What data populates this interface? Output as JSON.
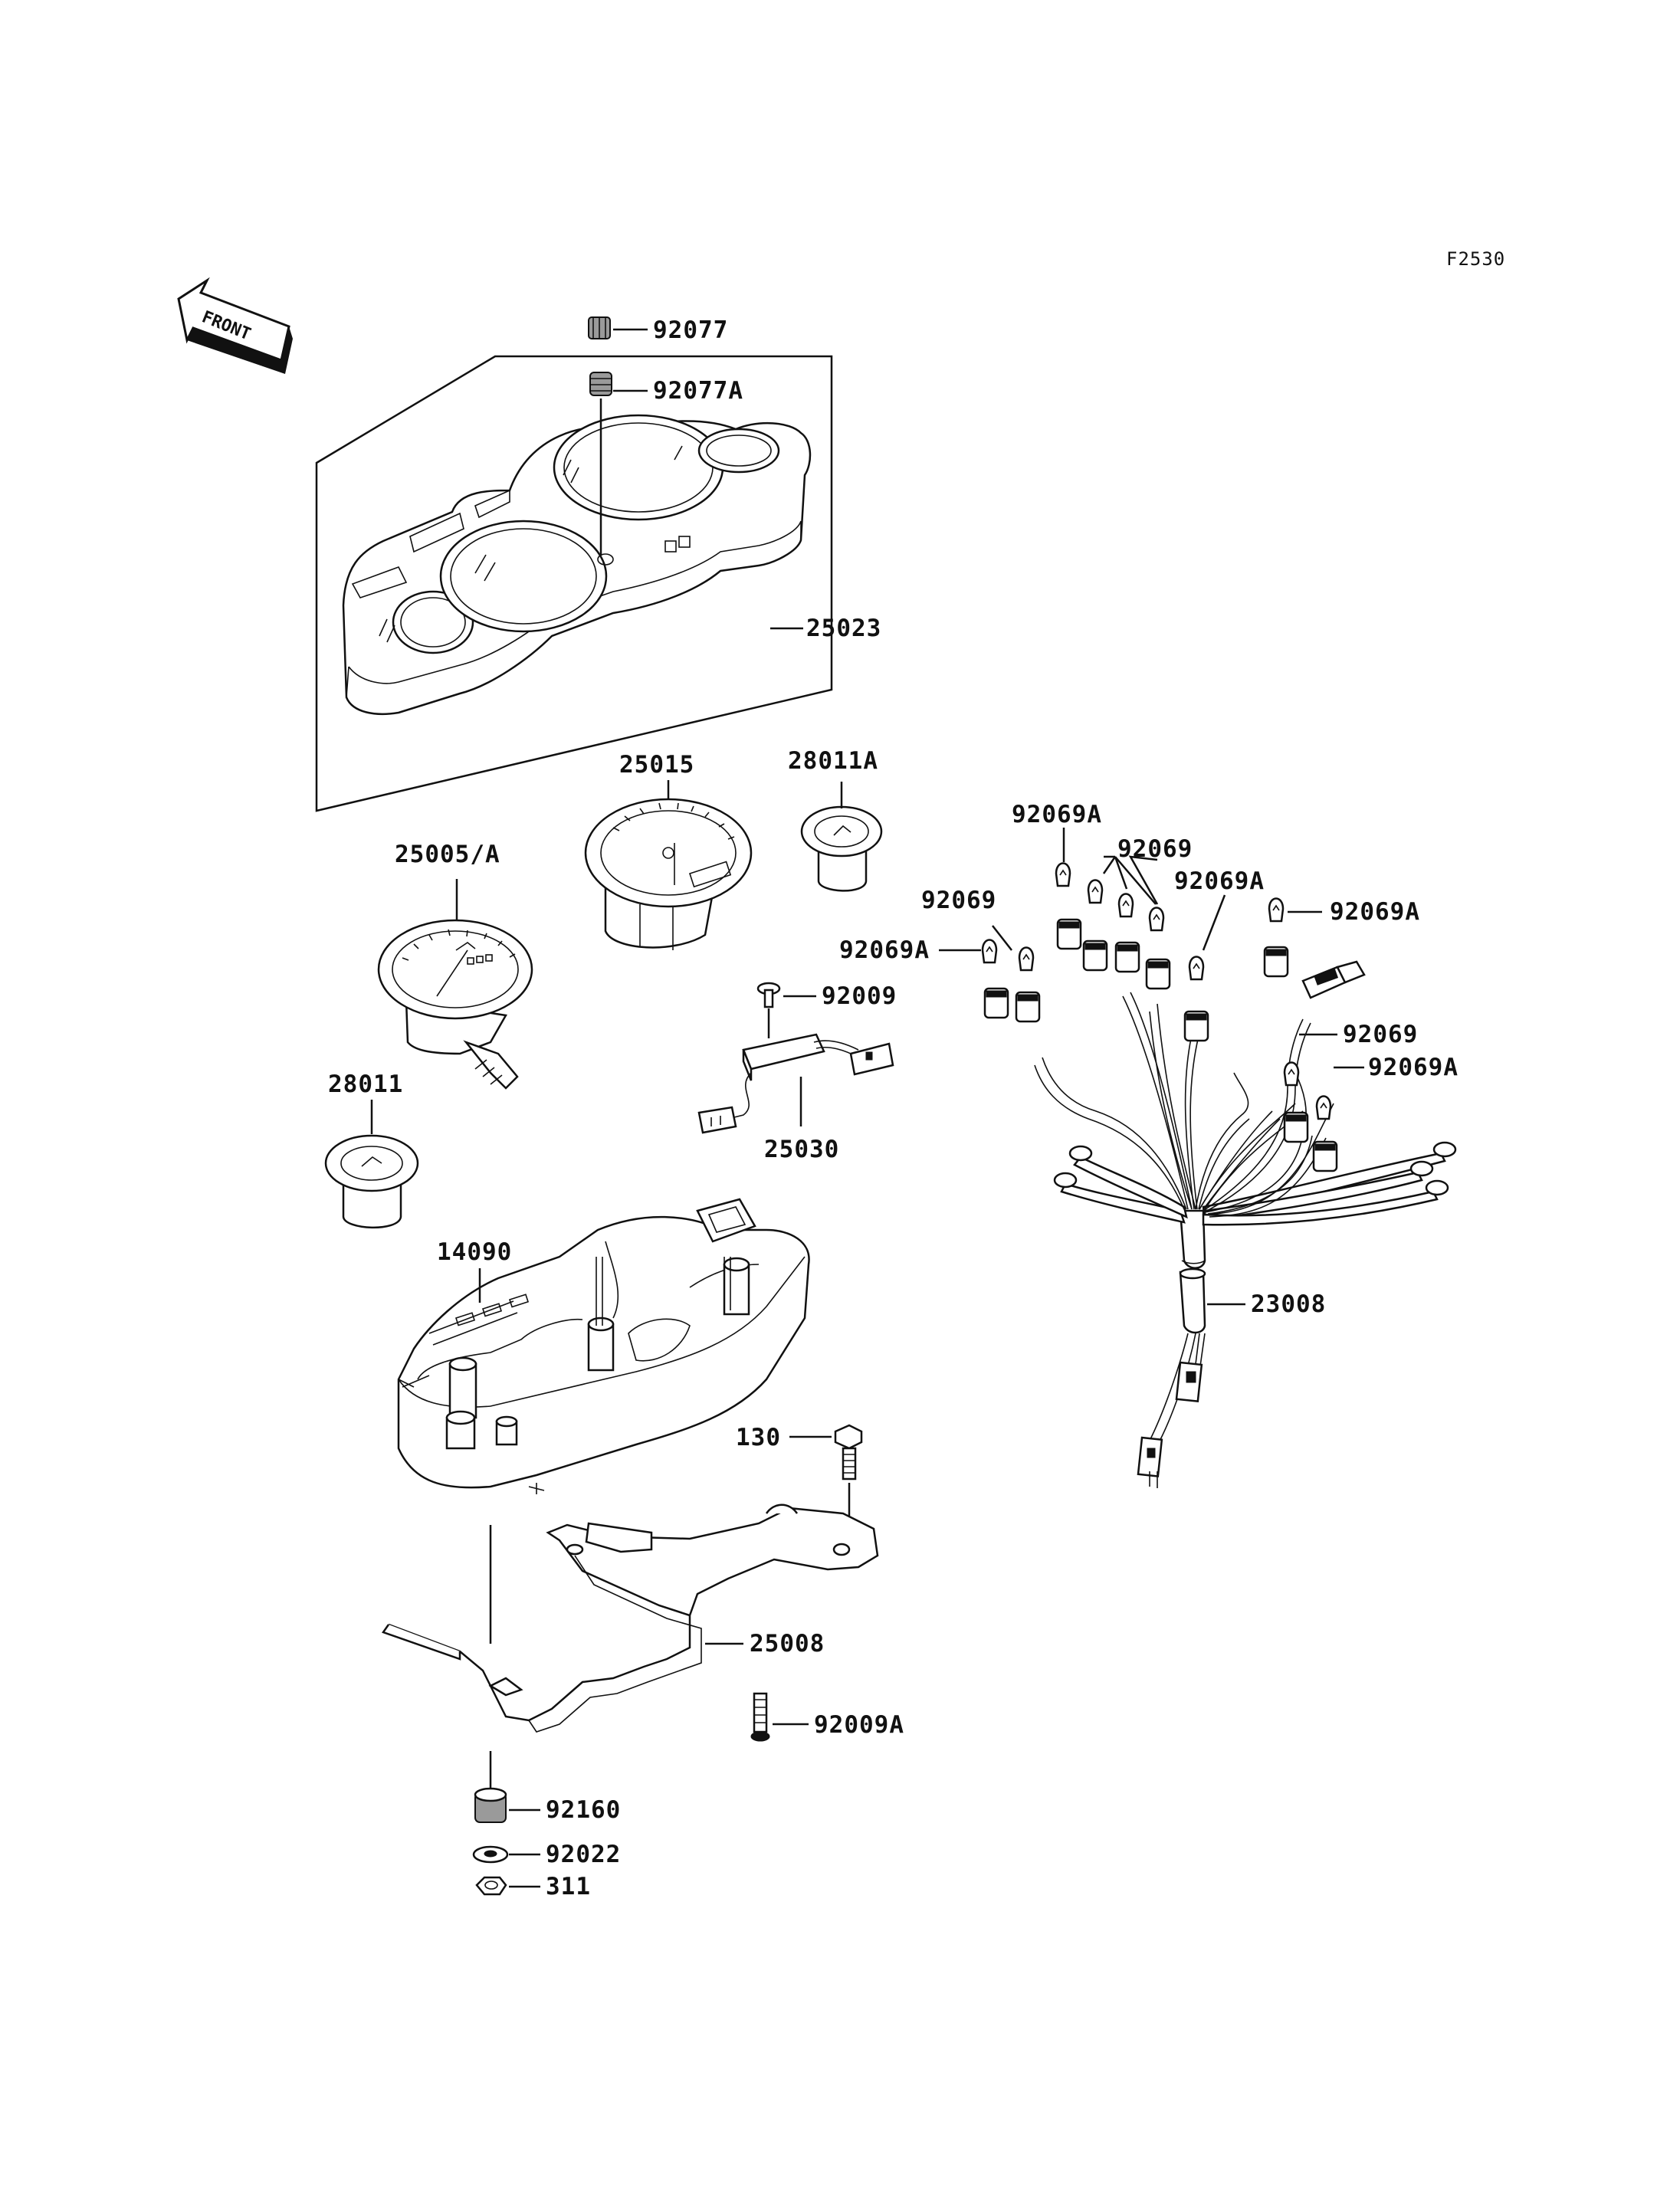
{
  "figure_code": "F2530",
  "front_arrow": {
    "label": "FRONT"
  },
  "callouts": [
    {
      "id": "c-92077",
      "text": "92077"
    },
    {
      "id": "c-92077a",
      "text": "92077A"
    },
    {
      "id": "c-25023",
      "text": "25023"
    },
    {
      "id": "c-25015",
      "text": "25015"
    },
    {
      "id": "c-28011a",
      "text": "28011A"
    },
    {
      "id": "c-25005a",
      "text": "25005/A"
    },
    {
      "id": "c-92009",
      "text": "92009"
    },
    {
      "id": "c-25030",
      "text": "25030"
    },
    {
      "id": "c-28011",
      "text": "28011"
    },
    {
      "id": "c-14090",
      "text": "14090"
    },
    {
      "id": "c-130",
      "text": "130"
    },
    {
      "id": "c-25008",
      "text": "25008"
    },
    {
      "id": "c-92009a",
      "text": "92009A"
    },
    {
      "id": "c-92160",
      "text": "92160"
    },
    {
      "id": "c-92022",
      "text": "92022"
    },
    {
      "id": "c-311",
      "text": "311"
    },
    {
      "id": "c-92069a-top",
      "text": "92069A"
    },
    {
      "id": "c-92069-top",
      "text": "92069"
    },
    {
      "id": "c-92069a-mid",
      "text": "92069A"
    },
    {
      "id": "c-92069-left",
      "text": "92069"
    },
    {
      "id": "c-92069a-right",
      "text": "92069A"
    },
    {
      "id": "c-92069a-left",
      "text": "92069A"
    },
    {
      "id": "c-92069-right",
      "text": "92069"
    },
    {
      "id": "c-92069a-low",
      "text": "92069A"
    },
    {
      "id": "c-23008",
      "text": "23008"
    }
  ]
}
